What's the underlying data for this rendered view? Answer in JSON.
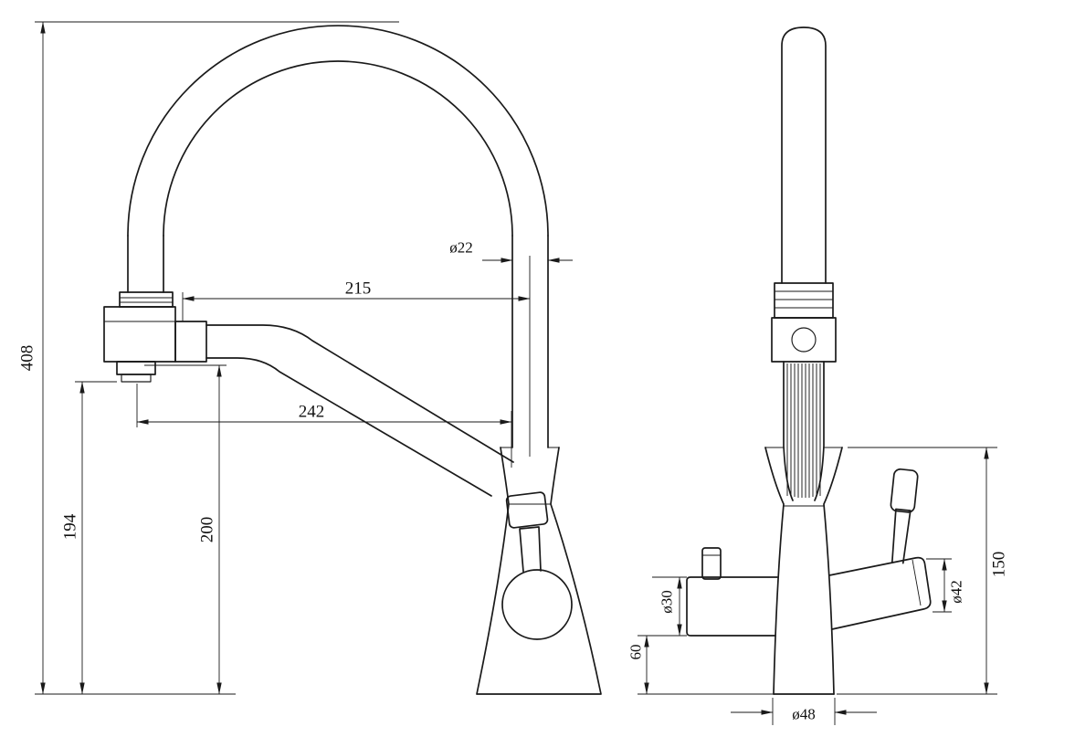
{
  "drawing": {
    "background": "#ffffff",
    "ink": "#1a1a1a",
    "front_view": {
      "total_height": "408",
      "spout_reach": "215",
      "tube_diameter": "ø22",
      "spout_span": "242",
      "outlet_height": "194",
      "spout_height": "200"
    },
    "side_view": {
      "handle_diameter": "ø30",
      "handle_clearance": "60",
      "diverter_diameter": "ø42",
      "body_height": "150",
      "base_diameter": "ø48"
    }
  }
}
